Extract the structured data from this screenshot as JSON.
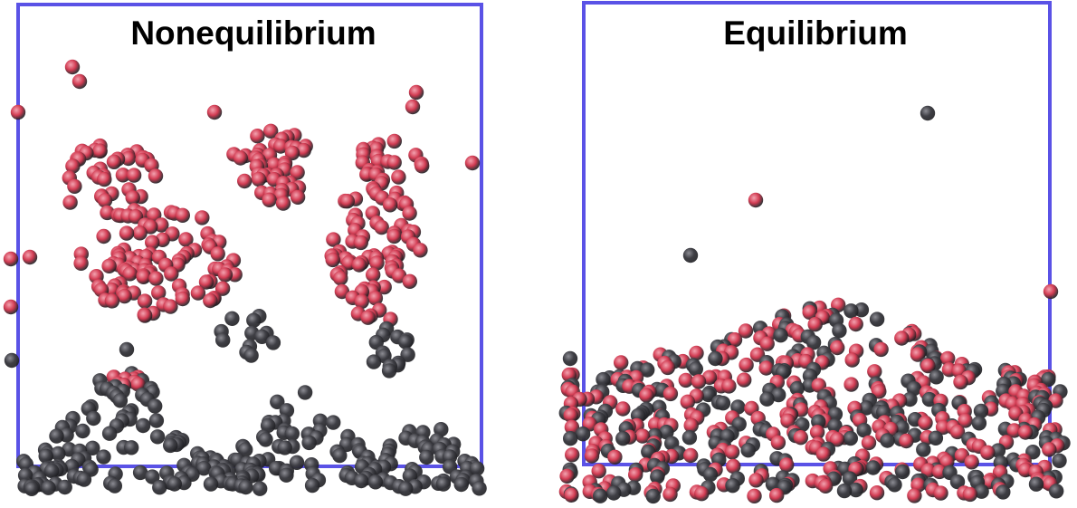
{
  "panels": [
    {
      "id": "nonequilibrium",
      "title": "Nonequilibrium",
      "particle_colors": {
        "red": "#d23b52",
        "gray": "#3f3f45"
      }
    },
    {
      "id": "equilibrium",
      "title": "Equilibrium",
      "particle_colors": {
        "red": "#d23b52",
        "gray": "#3f3f45"
      }
    }
  ],
  "box_color": "#5a52e6"
}
